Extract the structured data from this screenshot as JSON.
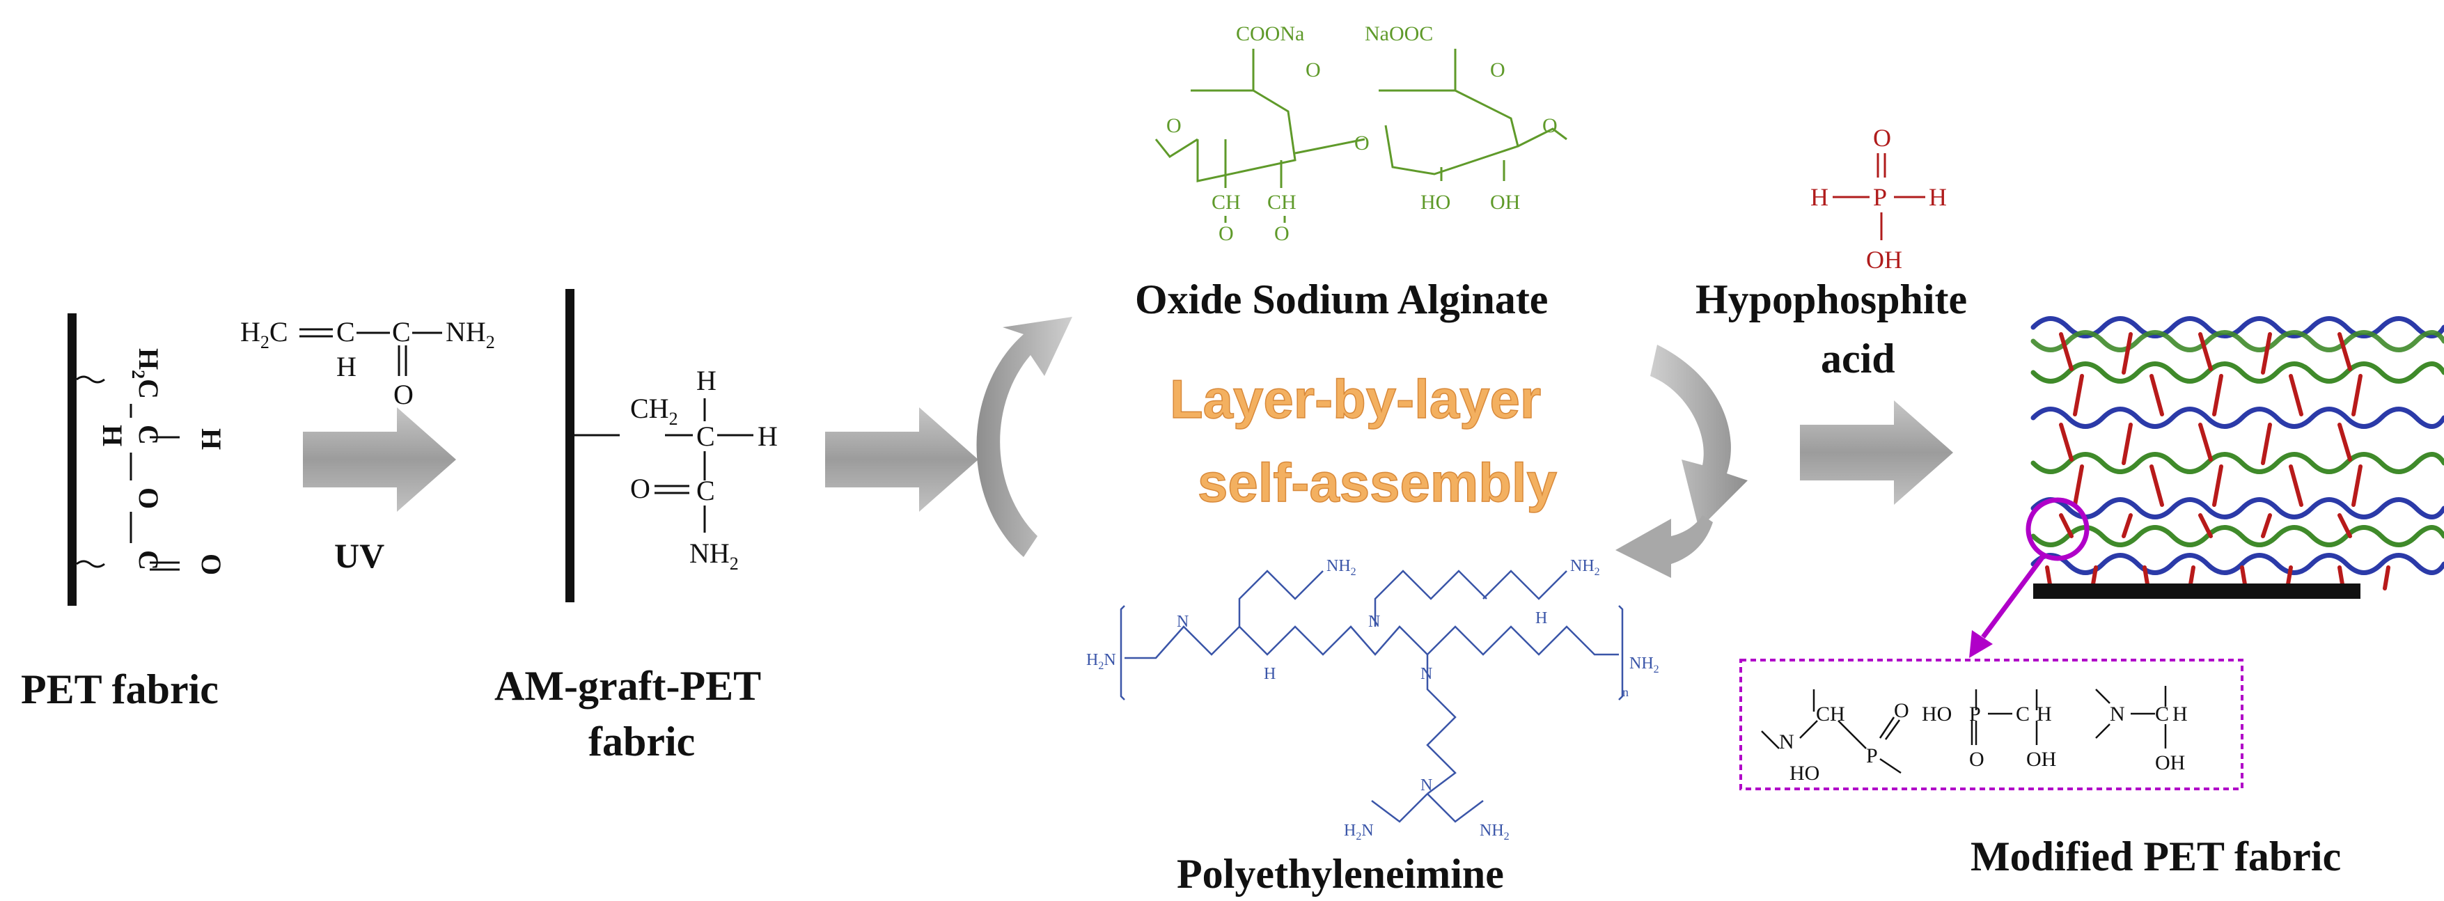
{
  "colors": {
    "black": "#111111",
    "green": "#5f9a2a",
    "blue": "#3a55a8",
    "red": "#b01c1c",
    "orange": "#f0a14a",
    "magenta": "#b000c8",
    "arrow_gray": "#9a9a9a",
    "chain_blue": "#2b3aa8",
    "chain_green": "#3f8a2a",
    "crosslink_red": "#b81a1a"
  },
  "icons": [
    "process-arrow",
    "curved-arrow",
    "fabric-bar",
    "zoom-circle",
    "zoom-arrow"
  ],
  "pet": {
    "h2c": "H",
    "h2c_sub": "2",
    "h2c_c": "C",
    "c": "C",
    "h": "H",
    "h2": "H",
    "o": "O",
    "o2": "O",
    "c2": "C",
    "label": "PET fabric"
  },
  "acrylamide": {
    "h2c": "H",
    "h2c_sub": "2",
    "h2c_c": "C",
    "c": "C",
    "h": "H",
    "c2": "C",
    "o": "O",
    "nh": "NH",
    "nh_sub": "2"
  },
  "uv": "UV",
  "am": {
    "ch": "CH",
    "ch_sub": "2",
    "c": "C",
    "h_top": "H",
    "h_right": "H",
    "o": "O",
    "c2": "C",
    "nh": "NH",
    "nh_sub": "2",
    "label_line1": "AM-graft-PET",
    "label_line2": "fabric"
  },
  "alginate": {
    "coona": "COONa",
    "naooc": "NaOOC",
    "o_ring1": "O",
    "o_ring2": "O",
    "o_link": "O",
    "o_left": "O",
    "o_right": "O",
    "ch1": "CH",
    "ch2": "CH",
    "o_ald1": "O",
    "o_ald2": "O",
    "ho": "HO",
    "oh": "OH",
    "label": "Oxide Sodium Alginate"
  },
  "lbl": {
    "line1": "Layer-by-layer",
    "line2": "self-assembly"
  },
  "pei": {
    "nh2_a": "NH",
    "nh2_b": "NH",
    "h2n_left": "H",
    "nh2_right": "NH",
    "h2n_bottom": "H",
    "nh2_bottom": "NH",
    "sub": "2",
    "n_sub": "n",
    "n": "N",
    "h": "H",
    "label": "Polyethyleneimine"
  },
  "hypo": {
    "o": "O",
    "p": "P",
    "h_left": "H",
    "h_right": "H",
    "oh": "OH",
    "label_line1": "Hypophosphite",
    "label_line2": "acid"
  },
  "modified": {
    "ch": "CH",
    "n": "N",
    "p": "P",
    "o": "O",
    "ho": "HO",
    "ho2": "HO",
    "p2": "P",
    "c": "C",
    "h": "H",
    "o2": "O",
    "oh": "OH",
    "n2": "N",
    "c2": "C",
    "h2": "H",
    "oh2": "OH",
    "label": "Modified PET fabric"
  }
}
